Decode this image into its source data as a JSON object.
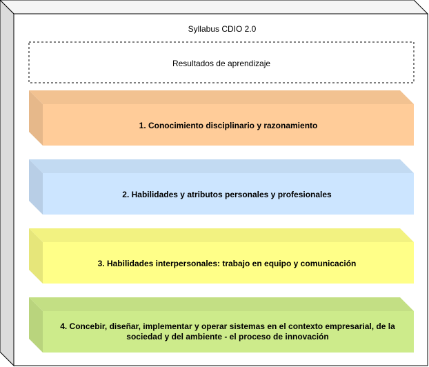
{
  "diagram": {
    "title": "Syllabus CDIO 2.0",
    "header_box": "Resultados de aprendizaje",
    "blocks": [
      {
        "label_line1": "1. Conocimiento disciplinario y razonamiento",
        "label_line2": "",
        "front_color": "#ffcc99",
        "side_color": "#e6b88a",
        "top_color": "#f2c291"
      },
      {
        "label_line1": "2. Habilidades y atributos personales y profesionales",
        "label_line2": "",
        "front_color": "#cce5ff",
        "side_color": "#b8cee6",
        "top_color": "#c2daf2"
      },
      {
        "label_line1": "3. Habilidades interpersonales: trabajo en equipo y comunicación",
        "label_line2": "",
        "front_color": "#ffff88",
        "side_color": "#e6e67a",
        "top_color": "#f2f281"
      },
      {
        "label_line1": "4. Concebir, diseñar, implementar y operar sistemas en el contexto empresarial, de la",
        "label_line2": "sociedad y del ambiente - el proceso de innovación",
        "front_color": "#cdeb8b",
        "side_color": "#b9d47d",
        "top_color": "#c3df84"
      }
    ],
    "outer_frame_color": "#f5f5f5",
    "outer_side_color": "#dcdcdc"
  }
}
